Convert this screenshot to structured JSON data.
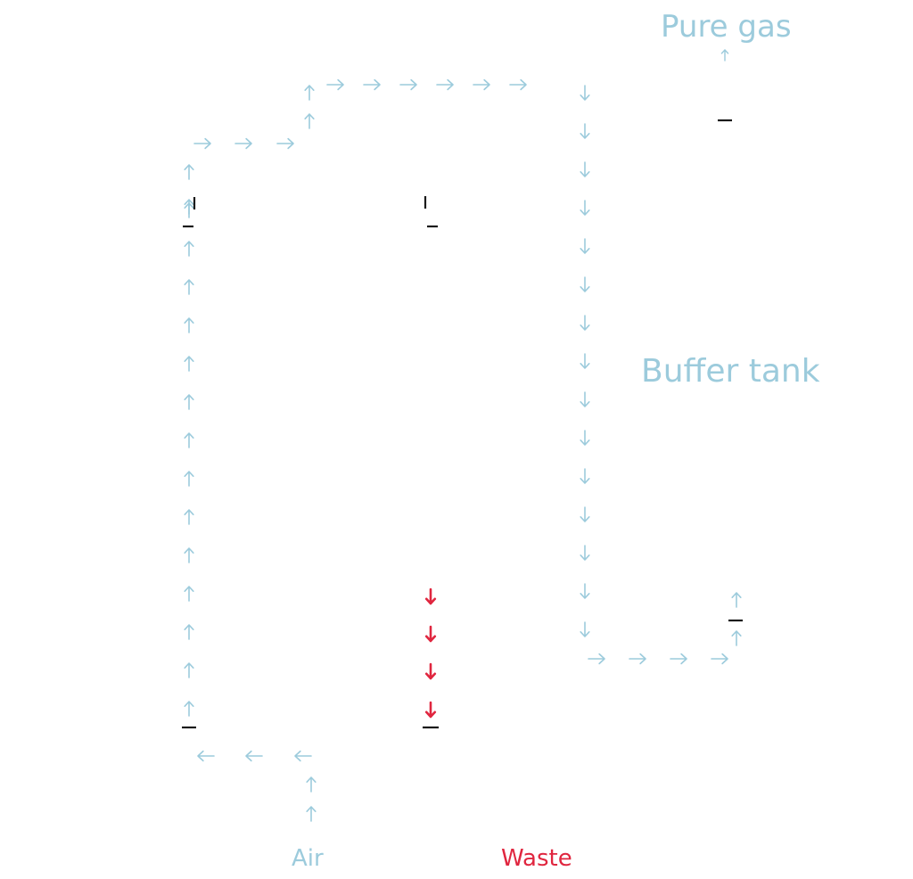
{
  "labels": {
    "pure_gas": "Pure gas",
    "buffer_tank": "Buffer tank",
    "air": "Air",
    "waste": "Waste"
  },
  "colors": {
    "flow": "#9ccbdc",
    "waste": "#e0263f",
    "marker": "#1a1a1a"
  },
  "icons": {
    "flow_arrow": "arrow-icon",
    "waste_arrow": "waste-arrow-icon",
    "marker": "dash-marker"
  }
}
